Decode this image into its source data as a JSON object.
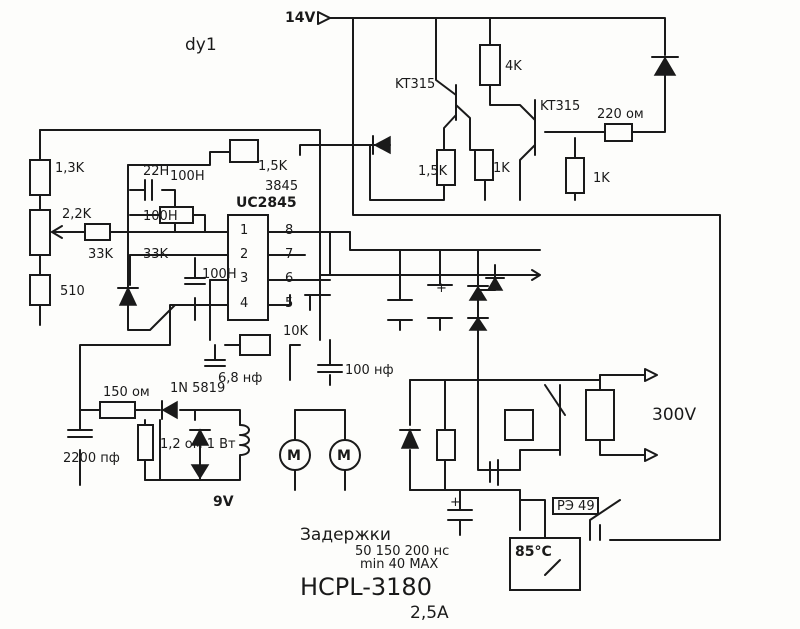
{
  "corner_note": "dy1",
  "supply": {
    "label_14v": "14V",
    "label_9v": "9V",
    "label_300v": "300V"
  },
  "transistors": {
    "q1": "KT315",
    "q2": "KT315"
  },
  "ic": {
    "name_top": "3845",
    "name": "UC2845",
    "pins": [
      "1",
      "2",
      "3",
      "4",
      "8",
      "7",
      "6",
      "5"
    ]
  },
  "labels": {
    "r_1k3": "1,3K",
    "r_2k2": "2,2K",
    "r_510": "510",
    "r_33k_a": "33K",
    "r_33k_b": "33K",
    "c_22n": "22H",
    "c_100n_a": "100H",
    "c_100n_b": "100H",
    "c_100n_c": "100H",
    "r_1k5_top": "1,5K",
    "r_4k": "4K",
    "r_220": "220 oм",
    "r_1k5_mid": "1,5K",
    "r_1k_a": "1K",
    "r_1k_b": "1K",
    "r_10k": "10K",
    "c_6n8": "6,8 нф",
    "c_100nf": "100 нф",
    "r_150": "150 oм",
    "d_1n5819": "1N 5819",
    "c_2200": "2200 пф",
    "r_1_2": "1,2 oм 1 Вт",
    "motor": "M",
    "relay": "РЭ 49",
    "temp": "85°C"
  },
  "notes": {
    "delays_title": "Задержки",
    "delays_values": "50 150 200 нс",
    "delays_sub": "min 40 MAX",
    "part": "HCPL-3180",
    "current": "2,5A"
  }
}
